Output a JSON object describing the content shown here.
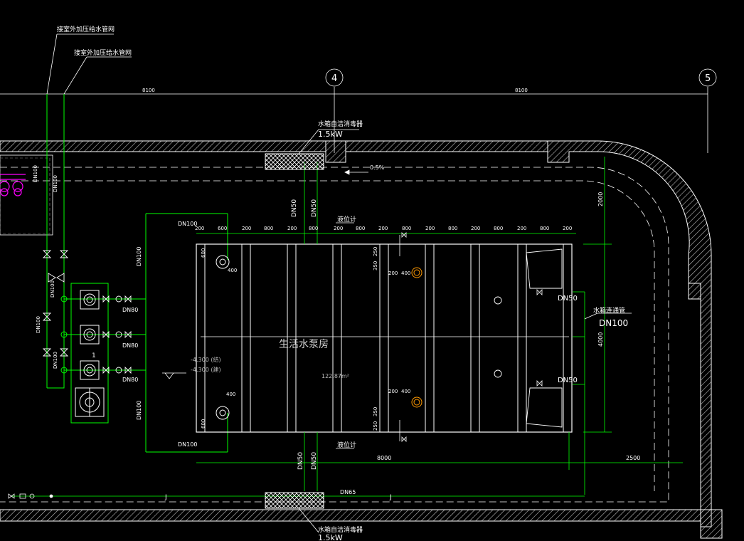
{
  "labels": {
    "outside_pipe_1": "接室外加压给水管网",
    "outside_pipe_2": "接室外加压给水管网",
    "dim_left_top": "8100",
    "dim_right_top": "8100",
    "axis_4": "4",
    "axis_5": "5",
    "sterilizer_top": "水箱自洁消毒器",
    "power_top": "1.5kW",
    "sterilizer_bottom": "水箱自洁消毒器",
    "power_bottom": "1.5kW",
    "slope": "0.5%",
    "room_name": "生活水泵房",
    "room_area": "122.87m²",
    "level_1": "-4.300 (结)",
    "level_2": "-4.300 (建)",
    "level_gauge_top": "液位计",
    "level_gauge_bottom": "液位计",
    "tank_connect": "水箱连通管",
    "dn100_tank": "DN100",
    "dn50_a": "DN50",
    "dn50_b": "DN50",
    "dn50_c": "DN50",
    "dn50_d": "DN50",
    "dn50_r1": "DN50",
    "dn50_r2": "DN50",
    "dn100_tl": "DN100",
    "dn100_bl": "DN100",
    "dn100_v1": "DN100",
    "dn100_v2": "DN100",
    "dn100_v3": "DN100",
    "dn100_v4": "DN100",
    "dn100_v5": "DN100",
    "dn100_v6": "DN100",
    "dn80_1": "DN80",
    "dn80_2": "DN80",
    "dn80_3": "DN80",
    "dn65": "DN65",
    "dim_2000": "2000",
    "dim_4000": "4000",
    "dim_8000": "8000",
    "dim_2500": "2500",
    "dim_400_a": "400",
    "dim_400_b": "400",
    "dim_400_c": "400",
    "dim_400_d": "400",
    "dim_200_a": "200",
    "dim_200_b": "200",
    "dim_250_a": "250",
    "dim_250_b": "250",
    "dim_350_a": "350",
    "dim_350_b": "350",
    "dim_600_a": "600",
    "dim_600_b": "600",
    "pipe_j1": "J",
    "pipe_j2": "J",
    "pump_no": "1",
    "top_dims": [
      "200",
      "600",
      "200",
      "800",
      "200",
      "800",
      "200",
      "800",
      "200",
      "800",
      "200",
      "800",
      "200",
      "800",
      "200",
      "800",
      "200"
    ]
  },
  "colors": {
    "wall": "#ffffff",
    "pipe": "#00ff00",
    "text": "#ffffff",
    "equipment": "#ff00ff",
    "hatch": "#b0b0b0"
  }
}
